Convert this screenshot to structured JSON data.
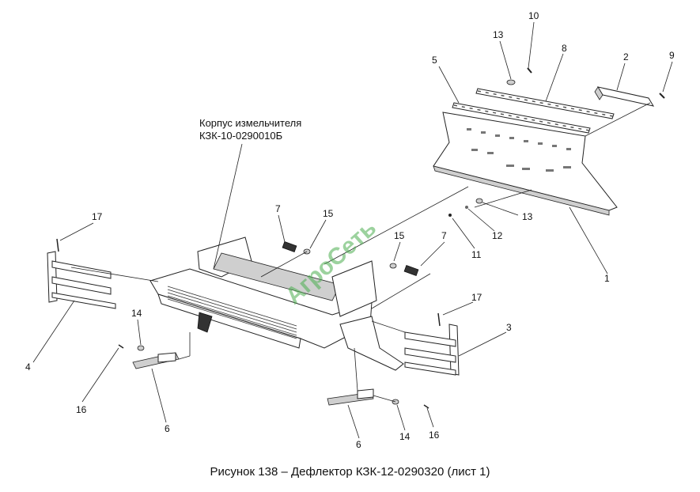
{
  "caption": "Рисунок 138 – Дефлектор КЗК-12-0290320 (лист 1)",
  "assembly_label": {
    "line1": "Корпус измельчителя",
    "line2": "КЗК-10-0290010Б"
  },
  "watermark": "АгроСеть",
  "callouts": [
    {
      "id": "c10",
      "text": "10"
    },
    {
      "id": "c13a",
      "text": "13"
    },
    {
      "id": "c8",
      "text": "8"
    },
    {
      "id": "c2",
      "text": "2"
    },
    {
      "id": "c9",
      "text": "9"
    },
    {
      "id": "c5",
      "text": "5"
    },
    {
      "id": "c13b",
      "text": "13"
    },
    {
      "id": "c12",
      "text": "12"
    },
    {
      "id": "c11",
      "text": "11"
    },
    {
      "id": "c1",
      "text": "1"
    },
    {
      "id": "c7a",
      "text": "7"
    },
    {
      "id": "c15a",
      "text": "15"
    },
    {
      "id": "c15b",
      "text": "15"
    },
    {
      "id": "c7b",
      "text": "7"
    },
    {
      "id": "c17a",
      "text": "17"
    },
    {
      "id": "c17b",
      "text": "17"
    },
    {
      "id": "c3",
      "text": "3"
    },
    {
      "id": "c4",
      "text": "4"
    },
    {
      "id": "c14a",
      "text": "14"
    },
    {
      "id": "c16a",
      "text": "16"
    },
    {
      "id": "c6a",
      "text": "6"
    },
    {
      "id": "c6b",
      "text": "6"
    },
    {
      "id": "c14b",
      "text": "14"
    },
    {
      "id": "c16b",
      "text": "16"
    }
  ]
}
